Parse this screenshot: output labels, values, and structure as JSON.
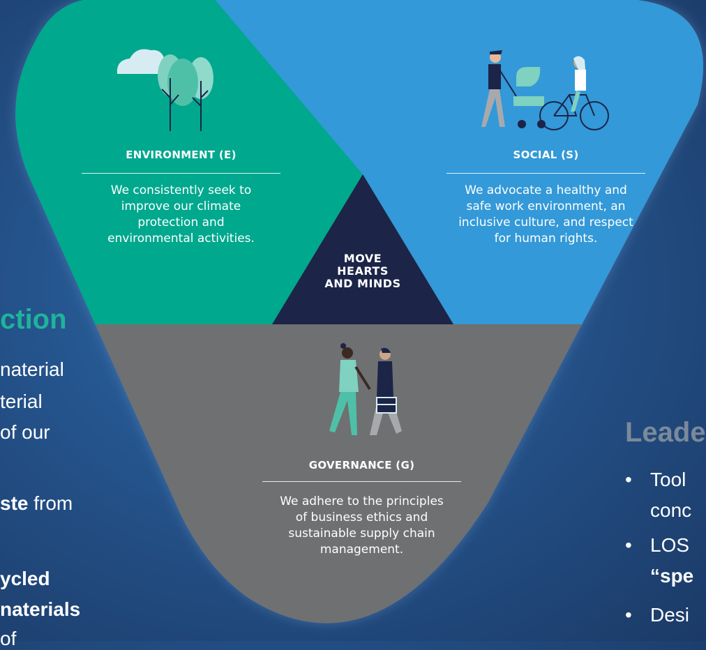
{
  "background_left": {
    "heading_fragment": "ction",
    "line1": "naterial",
    "line2": "terial",
    "line3": "of our",
    "line4_bold": "ste",
    "line4_rest": " from",
    "line5_bold": "ycled",
    "line6_bold": "naterials",
    "line7": "of",
    "heading_color": "#1fb39a"
  },
  "background_right": {
    "heading_fragment": "Leade",
    "bullet1_line1": "Tool",
    "bullet1_line2": "conc",
    "bullet2_line1": "LOS",
    "bullet2_line2_bold": "“spe",
    "bullet3_line1": "Desi",
    "heading_color": "#7a8a9a"
  },
  "diagram": {
    "center": {
      "line1": "MOVE",
      "line2": "HEARTS",
      "line3": "AND MINDS",
      "color": "#1c2447"
    },
    "environment": {
      "title": "ENVIRONMENT (E)",
      "text": [
        "We consistently seek to",
        "improve our climate",
        "protection and",
        "environmental activities."
      ],
      "color": "#00a88e",
      "icon": "trees-cloud-icon"
    },
    "social": {
      "title": "SOCIAL (S)",
      "text": [
        "We advocate a healthy and",
        "safe work environment, an",
        "inclusive culture, and respect",
        "for human rights."
      ],
      "color": "#3399d8",
      "icon": "family-stroller-bicycle-icon"
    },
    "governance": {
      "title": "GOVERNANCE (G)",
      "text": [
        "We adhere to the principles",
        "of business ethics and",
        "sustainable supply chain",
        "management."
      ],
      "color": "#6f7072",
      "icon": "people-holding-hands-icon"
    }
  }
}
